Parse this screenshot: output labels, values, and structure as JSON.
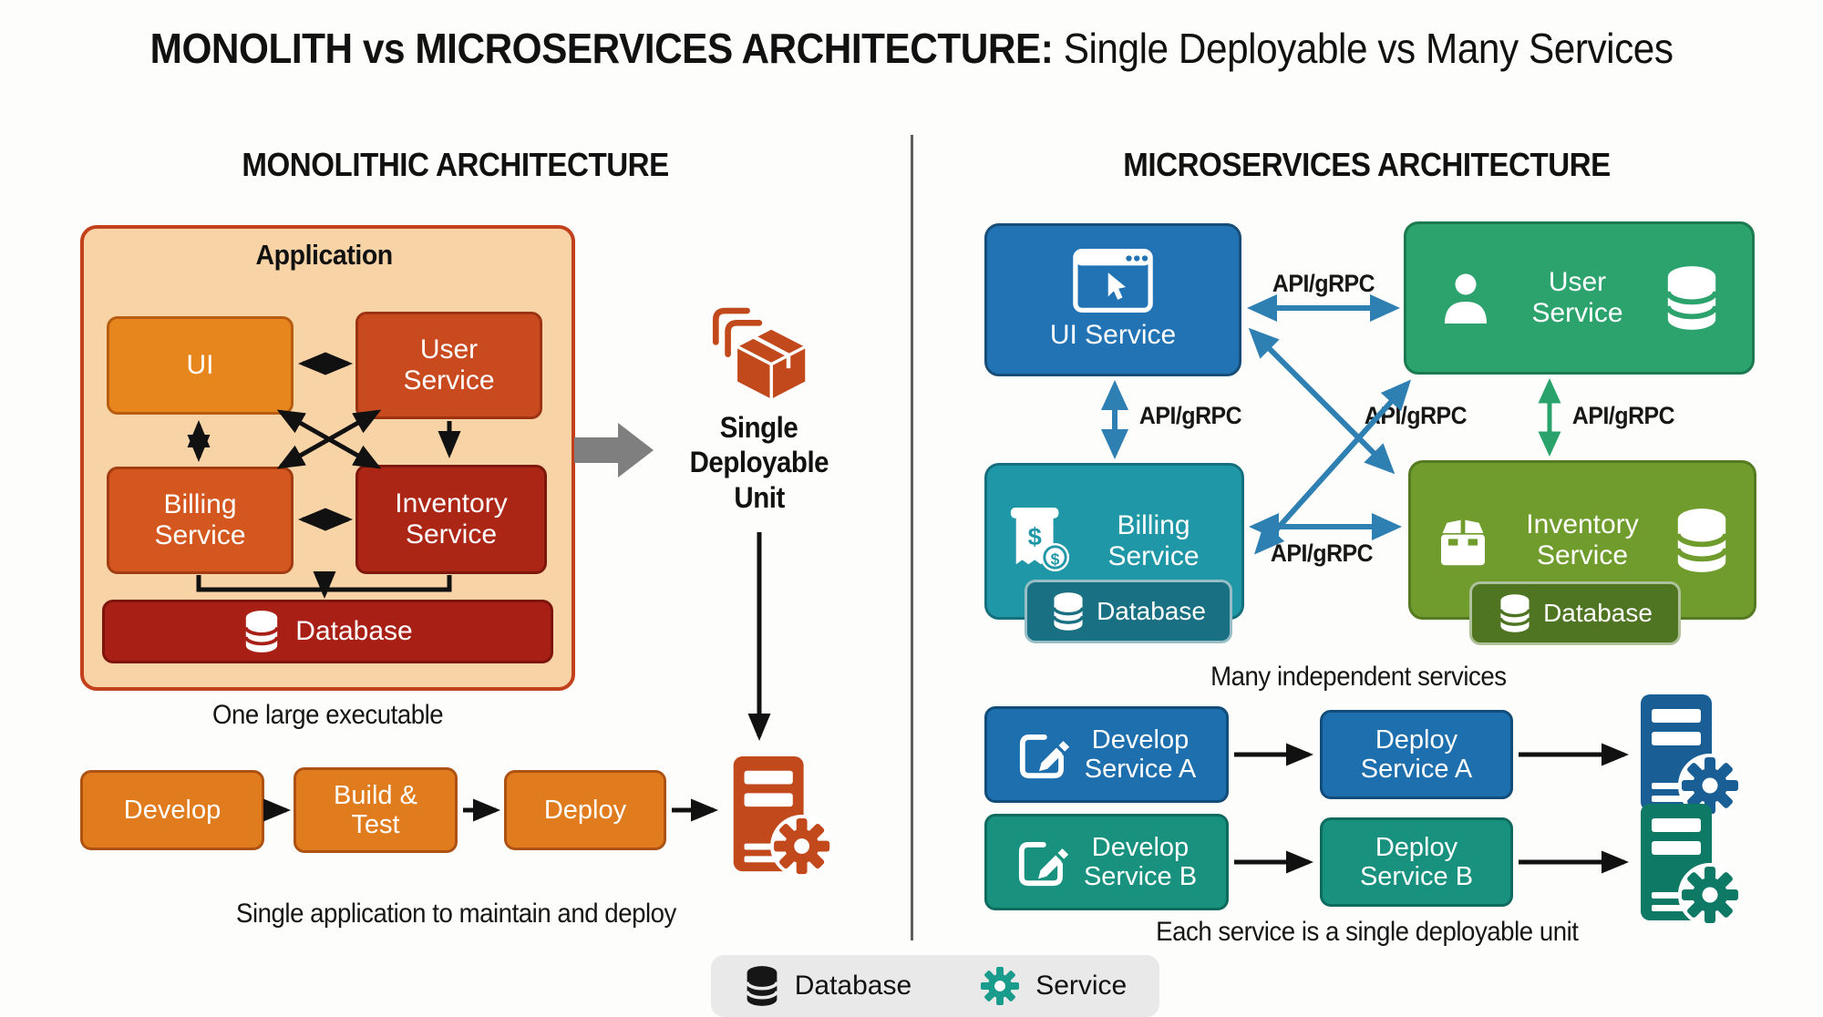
{
  "title": {
    "primary": "MONOLITH vs MICROSERVICES ARCHITECTURE:",
    "secondary": " Single Deployable vs Many Services"
  },
  "monolith": {
    "header": "MONOLITHIC ARCHITECTURE",
    "application_label": "Application",
    "components": {
      "ui": "UI",
      "user": "User Service",
      "billing": "Billing Service",
      "inventory": "Inventory Service",
      "database": "Database"
    },
    "caption_executable": "One large executable",
    "pipeline": {
      "develop": "Develop",
      "build_test": "Build & Test",
      "deploy": "Deploy"
    },
    "caption_pipeline": "Single application to maintain and deploy",
    "deployable": {
      "line1": "Single",
      "line2": "Deployable",
      "line3": "Unit"
    }
  },
  "microservices": {
    "header": "MICROSERVICES ARCHITECTURE",
    "services": {
      "ui": "UI Service",
      "user": "User Service",
      "billing": "Billing Service",
      "inventory": "Inventory Service"
    },
    "database_label": "Database",
    "api_label": "API/gRPC",
    "caption_services": "Many independent services",
    "pipeline": {
      "develop_a": {
        "line1": "Develop",
        "line2": "Service A"
      },
      "deploy_a": {
        "line1": "Deploy",
        "line2": "Service A"
      },
      "develop_b": {
        "line1": "Develop",
        "line2": "Service B"
      },
      "deploy_b": {
        "line1": "Deploy",
        "line2": "Service B"
      }
    },
    "caption_deploy": "Each service is a single deployable unit"
  },
  "legend": {
    "database": "Database",
    "service": "Service"
  },
  "colors": {
    "mono-app-bg": "#F8D3A5",
    "mono-app-border": "#C2411C",
    "mono-ui": "#E8861E",
    "mono-user": "#C84A1E",
    "mono-billing": "#D3571F",
    "mono-inventory": "#AC2615",
    "mono-db": "#A81F15",
    "pipe-orange": "#E07C1E",
    "pipe-orange-border": "#AD5212",
    "mono-server": "#C2491B",
    "package": "#C2491B",
    "ms-ui": "#2273B4",
    "ms-user": "#2CA26D",
    "ms-billing": "#2097A7",
    "ms-billing-db": "#197082",
    "ms-inventory": "#6F9C2D",
    "ms-inventory-db": "#4F7522",
    "arrow-blue": "#2E7FB2",
    "arrow-green": "#2AA26C",
    "dev-a": "#1D6FAE",
    "dev-b": "#18917F",
    "server-a": "#1A5E96",
    "server-b": "#0E7A66",
    "legend-bg": "#E9E9E9",
    "legend-gear": "#1A9C8C",
    "gray-arrow": "#7F7F7F"
  }
}
